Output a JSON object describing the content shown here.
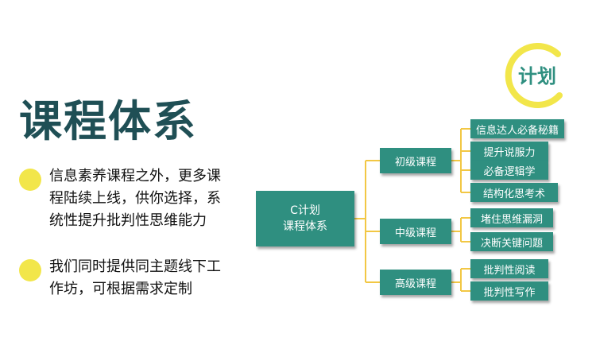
{
  "header": {
    "title": "课程体系"
  },
  "bullets": [
    {
      "text": "信息素养课程之外，更多课程陆续上线，供你选择，系统性提升批判性思维能力"
    },
    {
      "text": "我们同时提供同主题线下工作坊，可根据需求定制"
    }
  ],
  "logo": {
    "text": "计划",
    "icon": "c-plan-logo-ring",
    "ring_color": "#f2e64a",
    "text_color": "#2f8f80"
  },
  "diagram": {
    "root": {
      "line1": "C计划",
      "line2": "课程体系"
    },
    "levels": [
      {
        "label": "初级课程",
        "courses": [
          "信息达人必备秘籍",
          "提升说服力",
          "必备逻辑学",
          "结构化思考术"
        ]
      },
      {
        "label": "中级课程",
        "courses": [
          "堵住思维漏洞",
          "决断关键问题"
        ]
      },
      {
        "label": "高级课程",
        "courses": [
          "批判性阅读",
          "批判性写作"
        ]
      }
    ]
  },
  "colors": {
    "box": "#2f8f80",
    "connector": "#f2c744",
    "title": "#1f4f55",
    "bullet_dot": "#f2e64a"
  }
}
